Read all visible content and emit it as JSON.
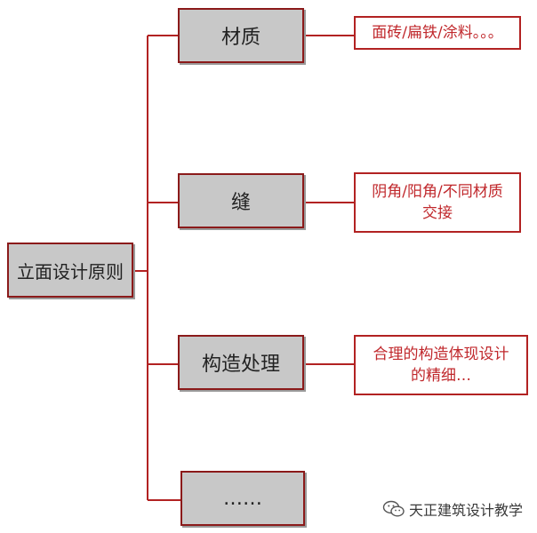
{
  "root": {
    "label": "立面设计原则"
  },
  "branches": [
    {
      "label": "材质",
      "note": [
        "面砖/扁铁/涂料。。。"
      ]
    },
    {
      "label": "缝",
      "note": [
        "阴角/阳角/不同材质",
        "交接"
      ]
    },
    {
      "label": "构造处理",
      "note": [
        "合理的构造体现设计",
        "的精细…"
      ]
    },
    {
      "label": "……",
      "note": []
    }
  ],
  "watermark": {
    "text": "天正建筑设计教学",
    "icon": "wechat-icon"
  },
  "colors": {
    "line": "#b22222",
    "box_fill": "#c8c8c8",
    "box_border": "#8b1a1a",
    "note_text": "#c0282c"
  }
}
